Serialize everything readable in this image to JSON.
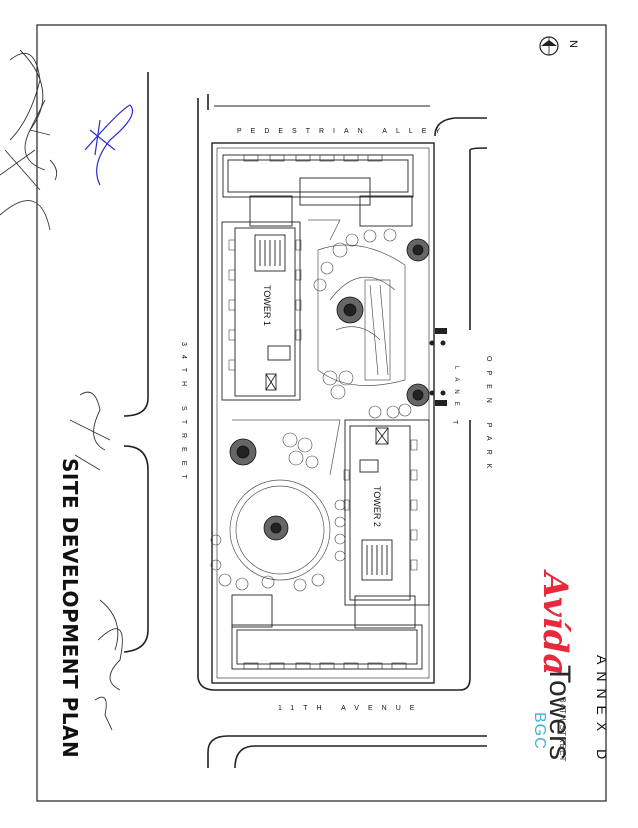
{
  "drawing": {
    "title": "SITE DEVELOPMENT PLAN",
    "annex": "ANNEX D",
    "north": "N"
  },
  "streets": {
    "top": "PEDESTRIAN ALLEY",
    "left": "34TH STREET",
    "bottom": "11TH AVENUE",
    "right": "OPEN PARK",
    "lane": "LANE",
    "lane_suffix": "T"
  },
  "buildings": {
    "tower_1": "TOWER 1",
    "tower_2": "TOWER 2"
  },
  "logo": {
    "brand": "Avída",
    "product": "Towers",
    "street": "34TH STREET",
    "district": "BGC"
  },
  "colors": {
    "brand_red": "#e8283c",
    "brand_blue": "#3fb3d8",
    "signature_blue": "#2b2bd0",
    "line": "#222222"
  }
}
